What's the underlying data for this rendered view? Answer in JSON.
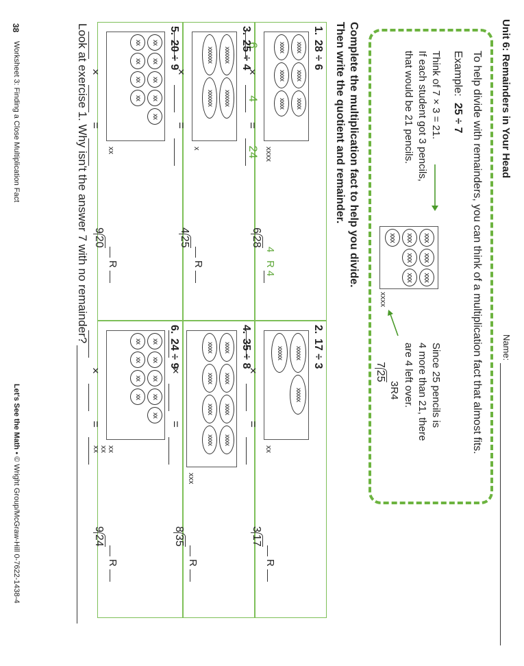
{
  "header": {
    "unit_title": "Unit 6: Remainders in Your Head",
    "name_label": "Name:"
  },
  "intro": {
    "line": "To help divide with remainders, you can think of a multiplication fact that almost fits.",
    "example_label": "Example:",
    "example_problem": "25 ÷ 7",
    "think_1": "Think of 7 × 3 = 21.",
    "think_2": "If each student got 3 pencils,",
    "think_3": "that would be 21 pencils.",
    "groups": [
      "xxx",
      "xxx",
      "xxx",
      "xxx",
      "xxx",
      "xxx",
      "xxx"
    ],
    "leftover": "xxxx",
    "since_1": "Since 25 pencils is",
    "since_2": "4 more than 21, there",
    "since_3": "are 4 left over.",
    "div_quotient": "3R4",
    "div_divisor": "7",
    "div_dividend": "25"
  },
  "instructions": {
    "line1": "Complete the multiplication fact to help you divide.",
    "line2": "Then write the quotient and remainder."
  },
  "exercises": [
    {
      "num": "1.",
      "problem": "28 ÷ 6",
      "group": "xxxx",
      "leftover": "xxxx",
      "fact": [
        "6",
        "4",
        "24"
      ],
      "divisor": "6",
      "dividend": "28",
      "quotient": "4",
      "remainder": "4",
      "r_label": "R"
    },
    {
      "num": "2.",
      "problem": "17 ÷ 3",
      "group": "xxxxx",
      "leftover": "xx",
      "fact": [
        "",
        "",
        ""
      ],
      "divisor": "3",
      "dividend": "17",
      "quotient": "",
      "remainder": "",
      "r_label": "R"
    },
    {
      "num": "3.",
      "problem": "25 ÷ 4",
      "group": "xxxxxx",
      "leftover": "x",
      "fact": [
        "",
        "",
        ""
      ],
      "divisor": "4",
      "dividend": "25",
      "quotient": "",
      "remainder": "",
      "r_label": "R"
    },
    {
      "num": "4.",
      "problem": "35 ÷ 8",
      "group": "xxxx",
      "leftover": "xxx",
      "fact": [
        "",
        "",
        ""
      ],
      "divisor": "8",
      "dividend": "35",
      "quotient": "",
      "remainder": "",
      "r_label": "R"
    },
    {
      "num": "5.",
      "problem": "20 ÷ 9",
      "group": "xx",
      "leftover": "xx",
      "fact": [
        "",
        "",
        ""
      ],
      "divisor": "9",
      "dividend": "20",
      "quotient": "",
      "remainder": "",
      "r_label": "R"
    },
    {
      "num": "6.",
      "problem": "24 ÷ 9",
      "group": "xx",
      "leftover": "xx xx xx",
      "fact": [
        "",
        "",
        ""
      ],
      "divisor": "9",
      "dividend": "24",
      "quotient": "",
      "remainder": "",
      "r_label": "R"
    }
  ],
  "symbols": {
    "times": "×",
    "equals": "="
  },
  "question": "Look at exercise 1. Why isn't the answer 7 with no remainder?",
  "footer": {
    "page_number": "38",
    "worksheet": "Worksheet 3: Finding a Close Multiplication Fact",
    "series": "Let's See the Math",
    "copyright": "• © Wright Group/McGraw-Hill 0-7622-1438-4"
  }
}
